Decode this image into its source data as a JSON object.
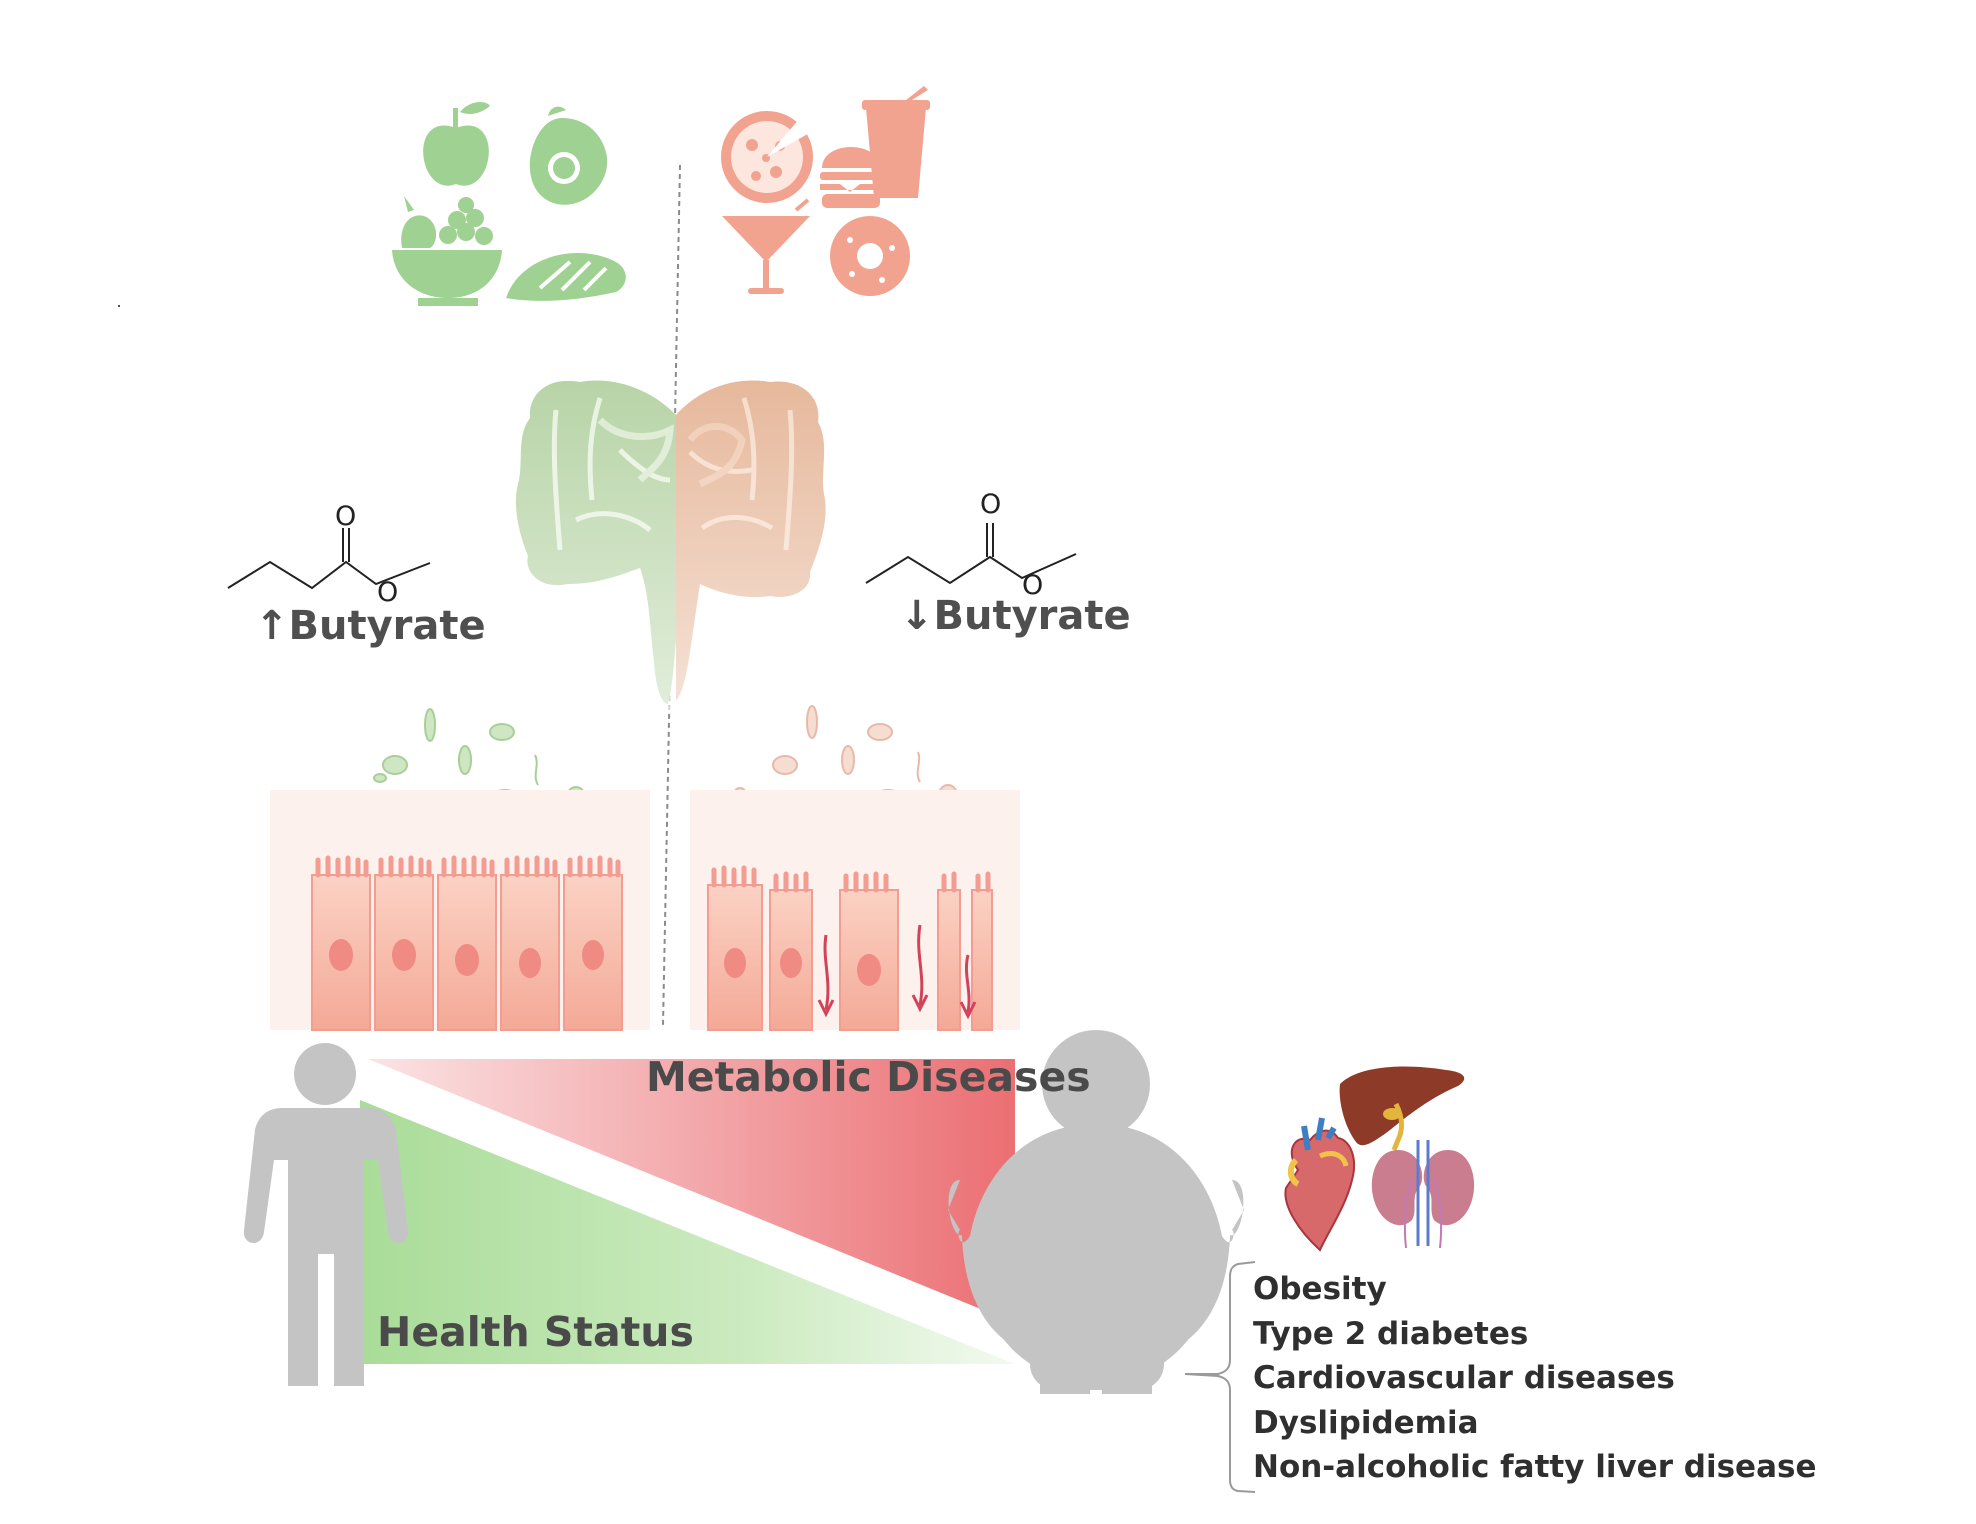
{
  "healthy_side": {
    "butyrate_label": "Butyrate",
    "butyrate_direction": "up",
    "food_icons": [
      "apple-icon",
      "avocado-icon",
      "fruit-bowl-icon",
      "fish-fillet-icon"
    ],
    "color": "#8fcb7f"
  },
  "unhealthy_side": {
    "butyrate_label": "Butyrate",
    "butyrate_direction": "down",
    "food_icons": [
      "pizza-icon",
      "burger-icon",
      "soda-cup-icon",
      "cocktail-icon",
      "donut-icon"
    ],
    "color": "#e9967f"
  },
  "molecule": {
    "oxygen_label": "O"
  },
  "arrows": {
    "up": "↑",
    "down": "↓"
  },
  "gradient": {
    "metabolic_label": "Metabolic Diseases",
    "health_label": "Health Status",
    "metabolic_color": "#e96a6e",
    "health_color": "#9bd48a"
  },
  "diseases": {
    "items": [
      "Obesity",
      "Type 2 diabetes",
      "Cardiovascular diseases",
      "Dyslipidemia",
      "Non-alcoholic fatty liver disease"
    ]
  },
  "organ_icons": [
    "liver-icon",
    "heart-icon",
    "kidneys-icon"
  ]
}
